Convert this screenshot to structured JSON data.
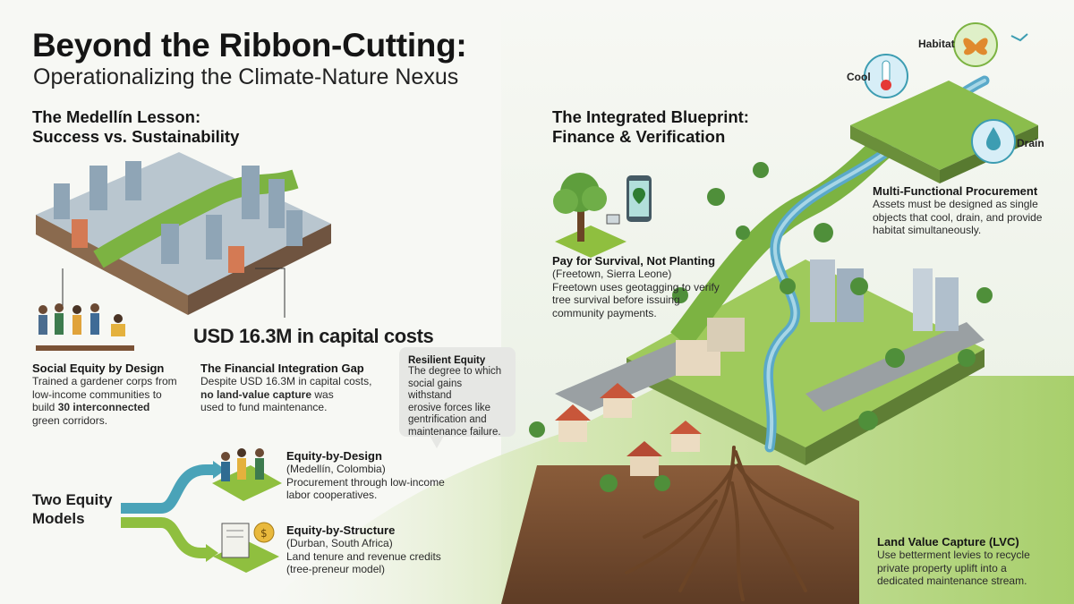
{
  "header": {
    "title": "Beyond the Ribbon-Cutting:",
    "subtitle": "Operationalizing the Climate-Nature Nexus"
  },
  "medellin": {
    "heading_line1": "The Medellín Lesson:",
    "heading_line2": "Success vs. Sustainability",
    "capital_costs": "USD 16.3M in capital costs",
    "social_equity": {
      "title": "Social Equity by Design",
      "line1": "Trained a gardener corps from",
      "line2": "low-income communities to",
      "line3_pre": "build ",
      "line3_bold": "30 interconnected",
      "line4": "green corridors."
    },
    "financial_gap": {
      "title": "The Financial Integration Gap",
      "line1": "Despite USD 16.3M in capital costs,",
      "line2_bold": "no land-value capture",
      "line2_post": " was",
      "line3": "used to fund maintenance."
    },
    "resilient_equity": {
      "title": "Resilient Equity",
      "line1": "The degree to which",
      "line2": "social gains withstand",
      "line3": "erosive forces like",
      "line4": "gentrification and",
      "line5": "maintenance failure."
    }
  },
  "equity_models": {
    "label_line1": "Two Equity",
    "label_line2": "Models",
    "design": {
      "title": "Equity-by-Design",
      "place": "(Medellín, Colombia)",
      "line1": "Procurement through low-income",
      "line2": "labor cooperatives."
    },
    "structure": {
      "title": "Equity-by-Structure",
      "place": "(Durban, South Africa)",
      "line1": "Land tenure and revenue credits",
      "line2": "(tree-preneur model)"
    }
  },
  "blueprint": {
    "heading_line1": "The Integrated Blueprint:",
    "heading_line2": "Finance & Verification",
    "pay": {
      "title": "Pay for Survival, Not Planting",
      "place": "(Freetown, Sierra Leone)",
      "line1": "Freetown uses geotagging to verify",
      "line2": "tree survival before issuing",
      "line3": "community payments."
    },
    "procurement": {
      "title": "Multi-Functional Procurement",
      "line1": "Assets must be designed as single",
      "line2": "objects that cool, drain, and provide",
      "line3": "habitat simultaneously."
    },
    "lvc": {
      "title": "Land Value Capture (LVC)",
      "line1": "Use betterment levies to recycle",
      "line2": "private property uplift into a",
      "line3": "dedicated maintenance stream."
    },
    "functions": {
      "habitat": "Habitat",
      "cool": "Cool",
      "drain": "Drain"
    }
  },
  "colors": {
    "accent_teal": "#3d9db2",
    "accent_green": "#7cb342",
    "soil": "#7a5236"
  }
}
